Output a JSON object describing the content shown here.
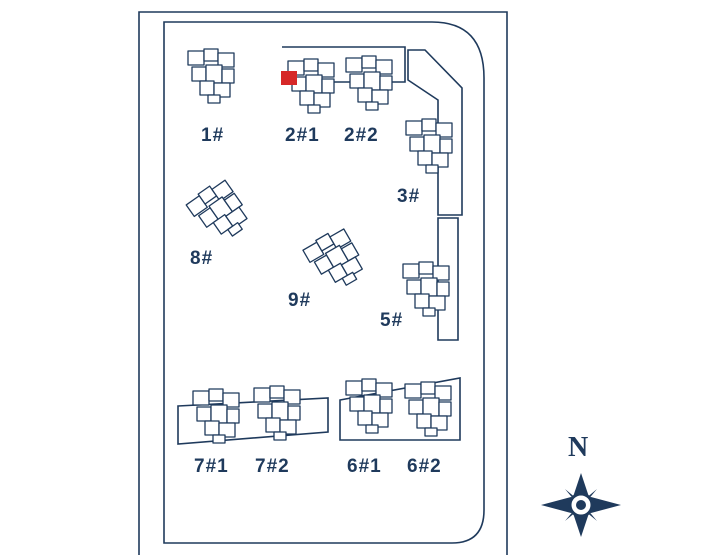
{
  "map": {
    "buildings": [
      {
        "id": "b1",
        "label": "1#"
      },
      {
        "id": "b2-1",
        "label": "2#1"
      },
      {
        "id": "b2-2",
        "label": "2#2"
      },
      {
        "id": "b3",
        "label": "3#"
      },
      {
        "id": "b8",
        "label": "8#"
      },
      {
        "id": "b9",
        "label": "9#"
      },
      {
        "id": "b5",
        "label": "5#"
      },
      {
        "id": "b7-1",
        "label": "7#1"
      },
      {
        "id": "b7-2",
        "label": "7#2"
      },
      {
        "id": "b6-1",
        "label": "6#1"
      },
      {
        "id": "b6-2",
        "label": "6#2"
      }
    ],
    "highlight_color": "#d62828",
    "line_color": "#1f3a5c",
    "compass": {
      "north_label": "N",
      "icon": "compass-rose-icon"
    }
  }
}
